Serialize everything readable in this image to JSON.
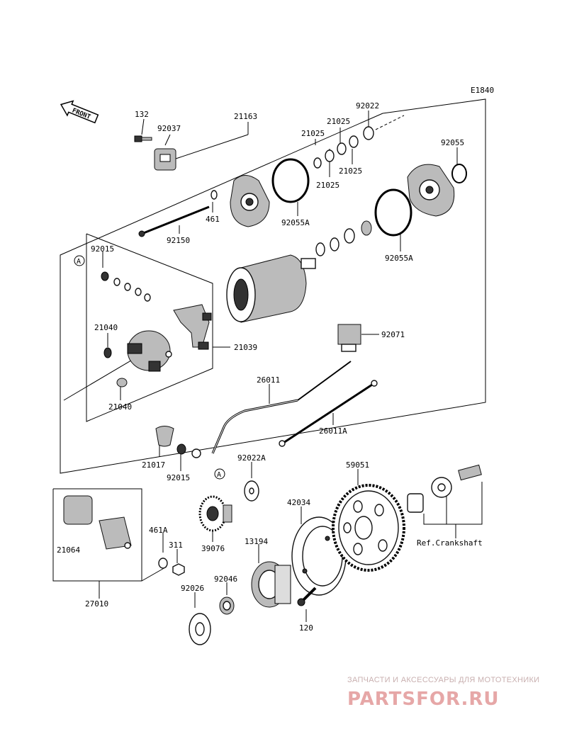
{
  "diagram_code": "E1840",
  "front_label": "FRONT",
  "ref_marker": "A",
  "labels": {
    "p132": "132",
    "p92037": "92037",
    "p21163": "21163",
    "p92022": "92022",
    "p21025a": "21025",
    "p21025b": "21025",
    "p21025c": "21025",
    "p21025d": "21025",
    "p92055": "92055",
    "p461": "461",
    "p92150": "92150",
    "p92055A_1": "92055A",
    "p92055A_2": "92055A",
    "p92015_1": "92015",
    "p21040_1": "21040",
    "p21040_2": "21040",
    "p21039": "21039",
    "p92071": "92071",
    "p26011": "26011",
    "p26011A": "26011A",
    "p21017": "21017",
    "p92015_2": "92015",
    "p92022A": "92022A",
    "p59051": "59051",
    "p42034": "42034",
    "p21064": "21064",
    "p461A": "461A",
    "p311": "311",
    "p39076": "39076",
    "p13194": "13194",
    "p27010": "27010",
    "p92026": "92026",
    "p92046": "92046",
    "p120": "120",
    "ref_crankshaft": "Ref.Crankshaft"
  },
  "watermark": {
    "top": "ЗАПЧАСТИ И АКСЕССУАРЫ ДЛЯ МОТОТЕХНИКИ",
    "brand": "PARTSFOR.RU"
  }
}
